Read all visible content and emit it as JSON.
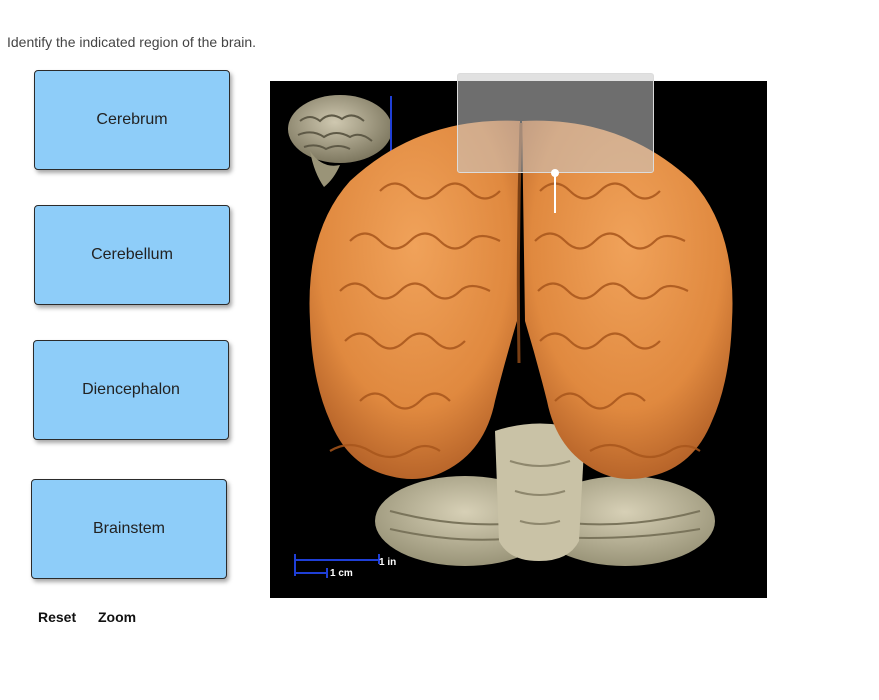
{
  "question": "Identify the indicated region of the brain.",
  "answers": [
    {
      "label": "Cerebrum"
    },
    {
      "label": "Cerebellum"
    },
    {
      "label": "Diencephalon"
    },
    {
      "label": "Brainstem"
    }
  ],
  "controls": {
    "reset_label": "Reset",
    "zoom_label": "Zoom"
  },
  "figure": {
    "scale_in_label": "1 in",
    "scale_cm_label": "1 cm",
    "colors": {
      "background": "#000000",
      "cerebrum": "#e0893f",
      "cerebellum": "#bfb79c",
      "answer_fill": "#8ecdf9",
      "scale_bar": "#1f3fd6"
    }
  }
}
